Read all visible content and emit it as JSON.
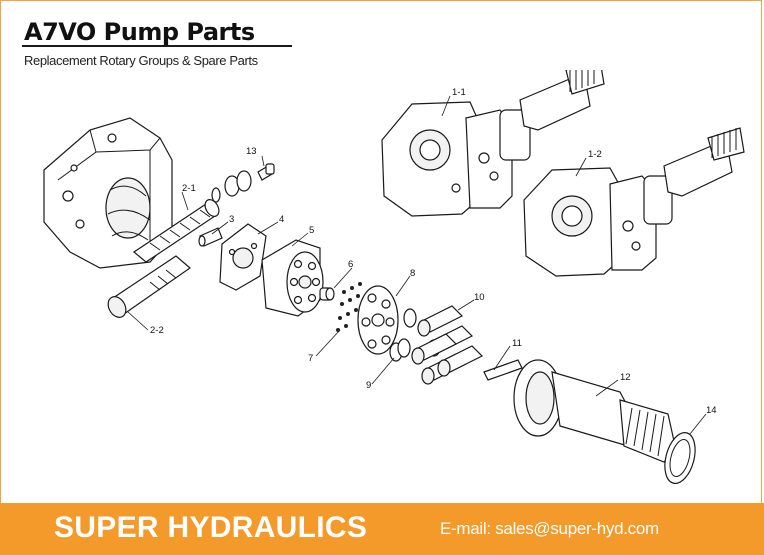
{
  "header": {
    "title": "A7VO Pump Parts",
    "subtitle": "Replacement Rotary Groups & Spare Parts"
  },
  "diagram": {
    "part_labels": {
      "p1_1": "1-1",
      "p1_2": "1-2",
      "p2_1": "2-1",
      "p2_2": "2-2",
      "p3": "3",
      "p4": "4",
      "p5": "5",
      "p6": "6",
      "p7": "7",
      "p8": "8",
      "p9": "9",
      "p10": "10",
      "p11": "11",
      "p12": "12",
      "p13": "13",
      "p14": "14"
    }
  },
  "footer": {
    "brand": "SUPER HYDRAULICS",
    "email": "E-mail: sales@super-hyd.com"
  },
  "colors": {
    "accent": "#f39a2a",
    "text": "#111111"
  }
}
